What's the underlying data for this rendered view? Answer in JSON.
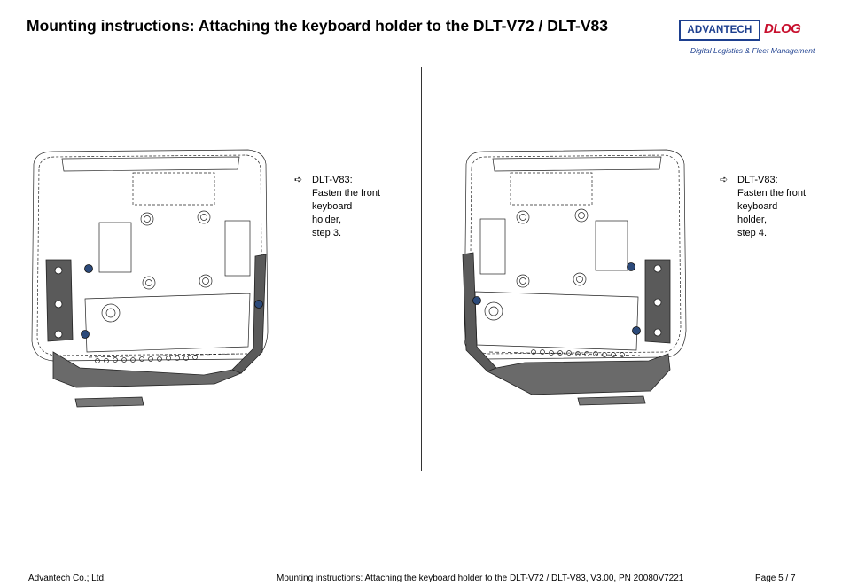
{
  "header": {
    "title": "Mounting instructions: Attaching the keyboard holder to the DLT-V72 / DLT-V83",
    "logo_brand": "ADVANTECH",
    "logo_dlog": "DLOG",
    "tagline": "Digital Logistics & Fleet Management"
  },
  "steps": [
    {
      "arrow": "➪",
      "lines": [
        "DLT-V83:",
        "Fasten the front",
        "keyboard",
        "holder,",
        "step 3."
      ]
    },
    {
      "arrow": "➪",
      "lines": [
        "DLT-V83:",
        "Fasten the front",
        "keyboard",
        "holder,",
        "step 4."
      ]
    }
  ],
  "footer": {
    "company": "Advantech Co.; Ltd.",
    "doc": "Mounting instructions: Attaching the keyboard holder to the DLT-V72 / DLT-V83,  V3.00, PN 20080V7221",
    "page": "Page 5 / 7"
  },
  "colors": {
    "brand_blue": "#1d3f8f",
    "brand_red": "#c8102e",
    "bracket": "#5a5a5a"
  }
}
